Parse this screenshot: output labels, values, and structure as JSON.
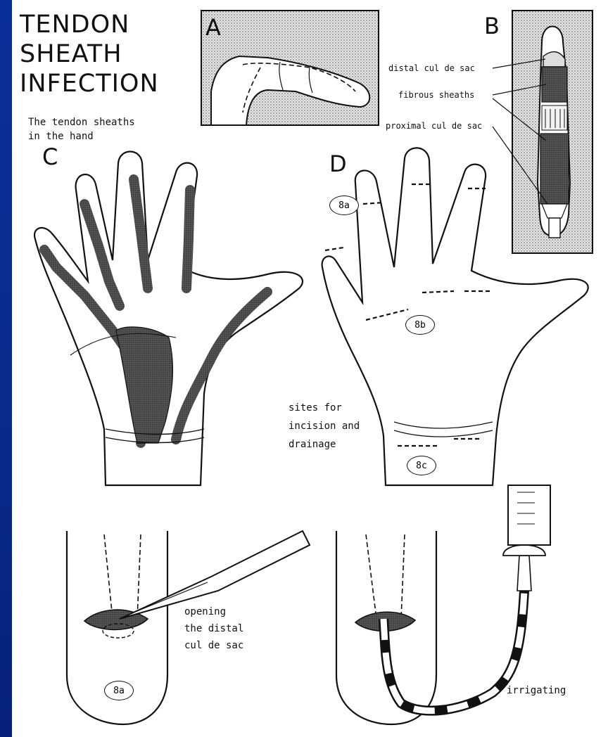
{
  "title": {
    "line1": "TENDON",
    "line2": "SHEATH",
    "line3": "INFECTION"
  },
  "subtitle": {
    "line1": "The tendon sheaths",
    "line2": "in the hand"
  },
  "panels": {
    "a": "A",
    "b": "B",
    "c": "C",
    "d": "D"
  },
  "panel_b_labels": {
    "distal": "distal cul de sac",
    "fibrous": "fibrous sheaths",
    "proximal": "proximal cul de sac"
  },
  "panel_d": {
    "sites_line1": "sites for",
    "sites_line2": "incision and",
    "sites_line3": "drainage",
    "site_a": "8a",
    "site_b": "8b",
    "site_c": "8c"
  },
  "bottom_left": {
    "cap_line1": "opening",
    "cap_line2": "the distal",
    "cap_line3": "cul de sac",
    "site": "8a"
  },
  "bottom_right": {
    "cap": "irrigating"
  }
}
